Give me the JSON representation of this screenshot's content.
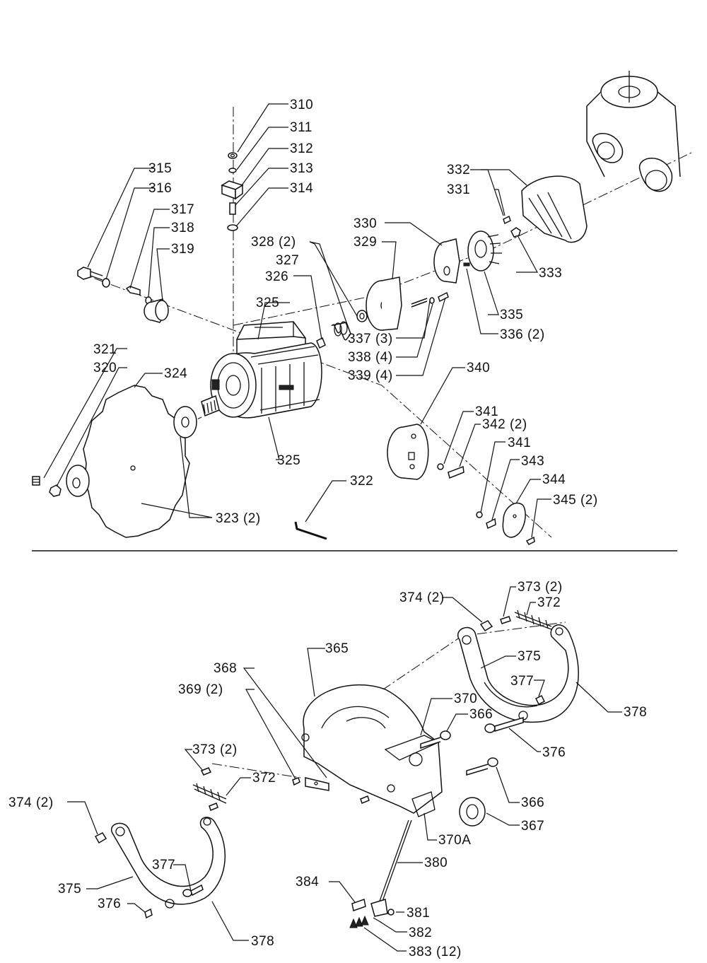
{
  "callouts": {
    "c310": "310",
    "c311": "311",
    "c312": "312",
    "c313": "313",
    "c314": "314",
    "c315": "315",
    "c316": "316",
    "c317": "317",
    "c318": "318",
    "c319": "319",
    "c320": "320",
    "c321": "321",
    "c322": "322",
    "c323": "323 (2)",
    "c324": "324",
    "c325a": "325",
    "c325b": "325",
    "c326": "326",
    "c327": "327",
    "c328": "328 (2)",
    "c329": "329",
    "c330": "330",
    "c331": "331",
    "c332": "332",
    "c333": "333",
    "c335": "335",
    "c336": "336 (2)",
    "c337": "337 (3)",
    "c338": "338 (4)",
    "c339": "339 (4)",
    "c340": "340",
    "c341a": "341",
    "c342": "342 (2)",
    "c341b": "341",
    "c343": "343",
    "c344": "344",
    "c345": "345 (2)",
    "c374r": "374 (2)",
    "c373r": "373 (2)",
    "c372r": "372",
    "c375r": "375",
    "c377r": "377",
    "c378r": "378",
    "c376r": "376",
    "c365": "365",
    "c368": "368",
    "c369": "369 (2)",
    "c370": "370",
    "c366a": "366",
    "c366b": "366",
    "c367": "367",
    "c370A": "370A",
    "c373l": "373 (2)",
    "c372l": "372",
    "c374l": "374 (2)",
    "c377l": "377",
    "c375l": "375",
    "c376l": "376",
    "c378l": "378",
    "c380": "380",
    "c384": "384",
    "c381": "381",
    "c382": "382",
    "c383": "383 (12)"
  }
}
